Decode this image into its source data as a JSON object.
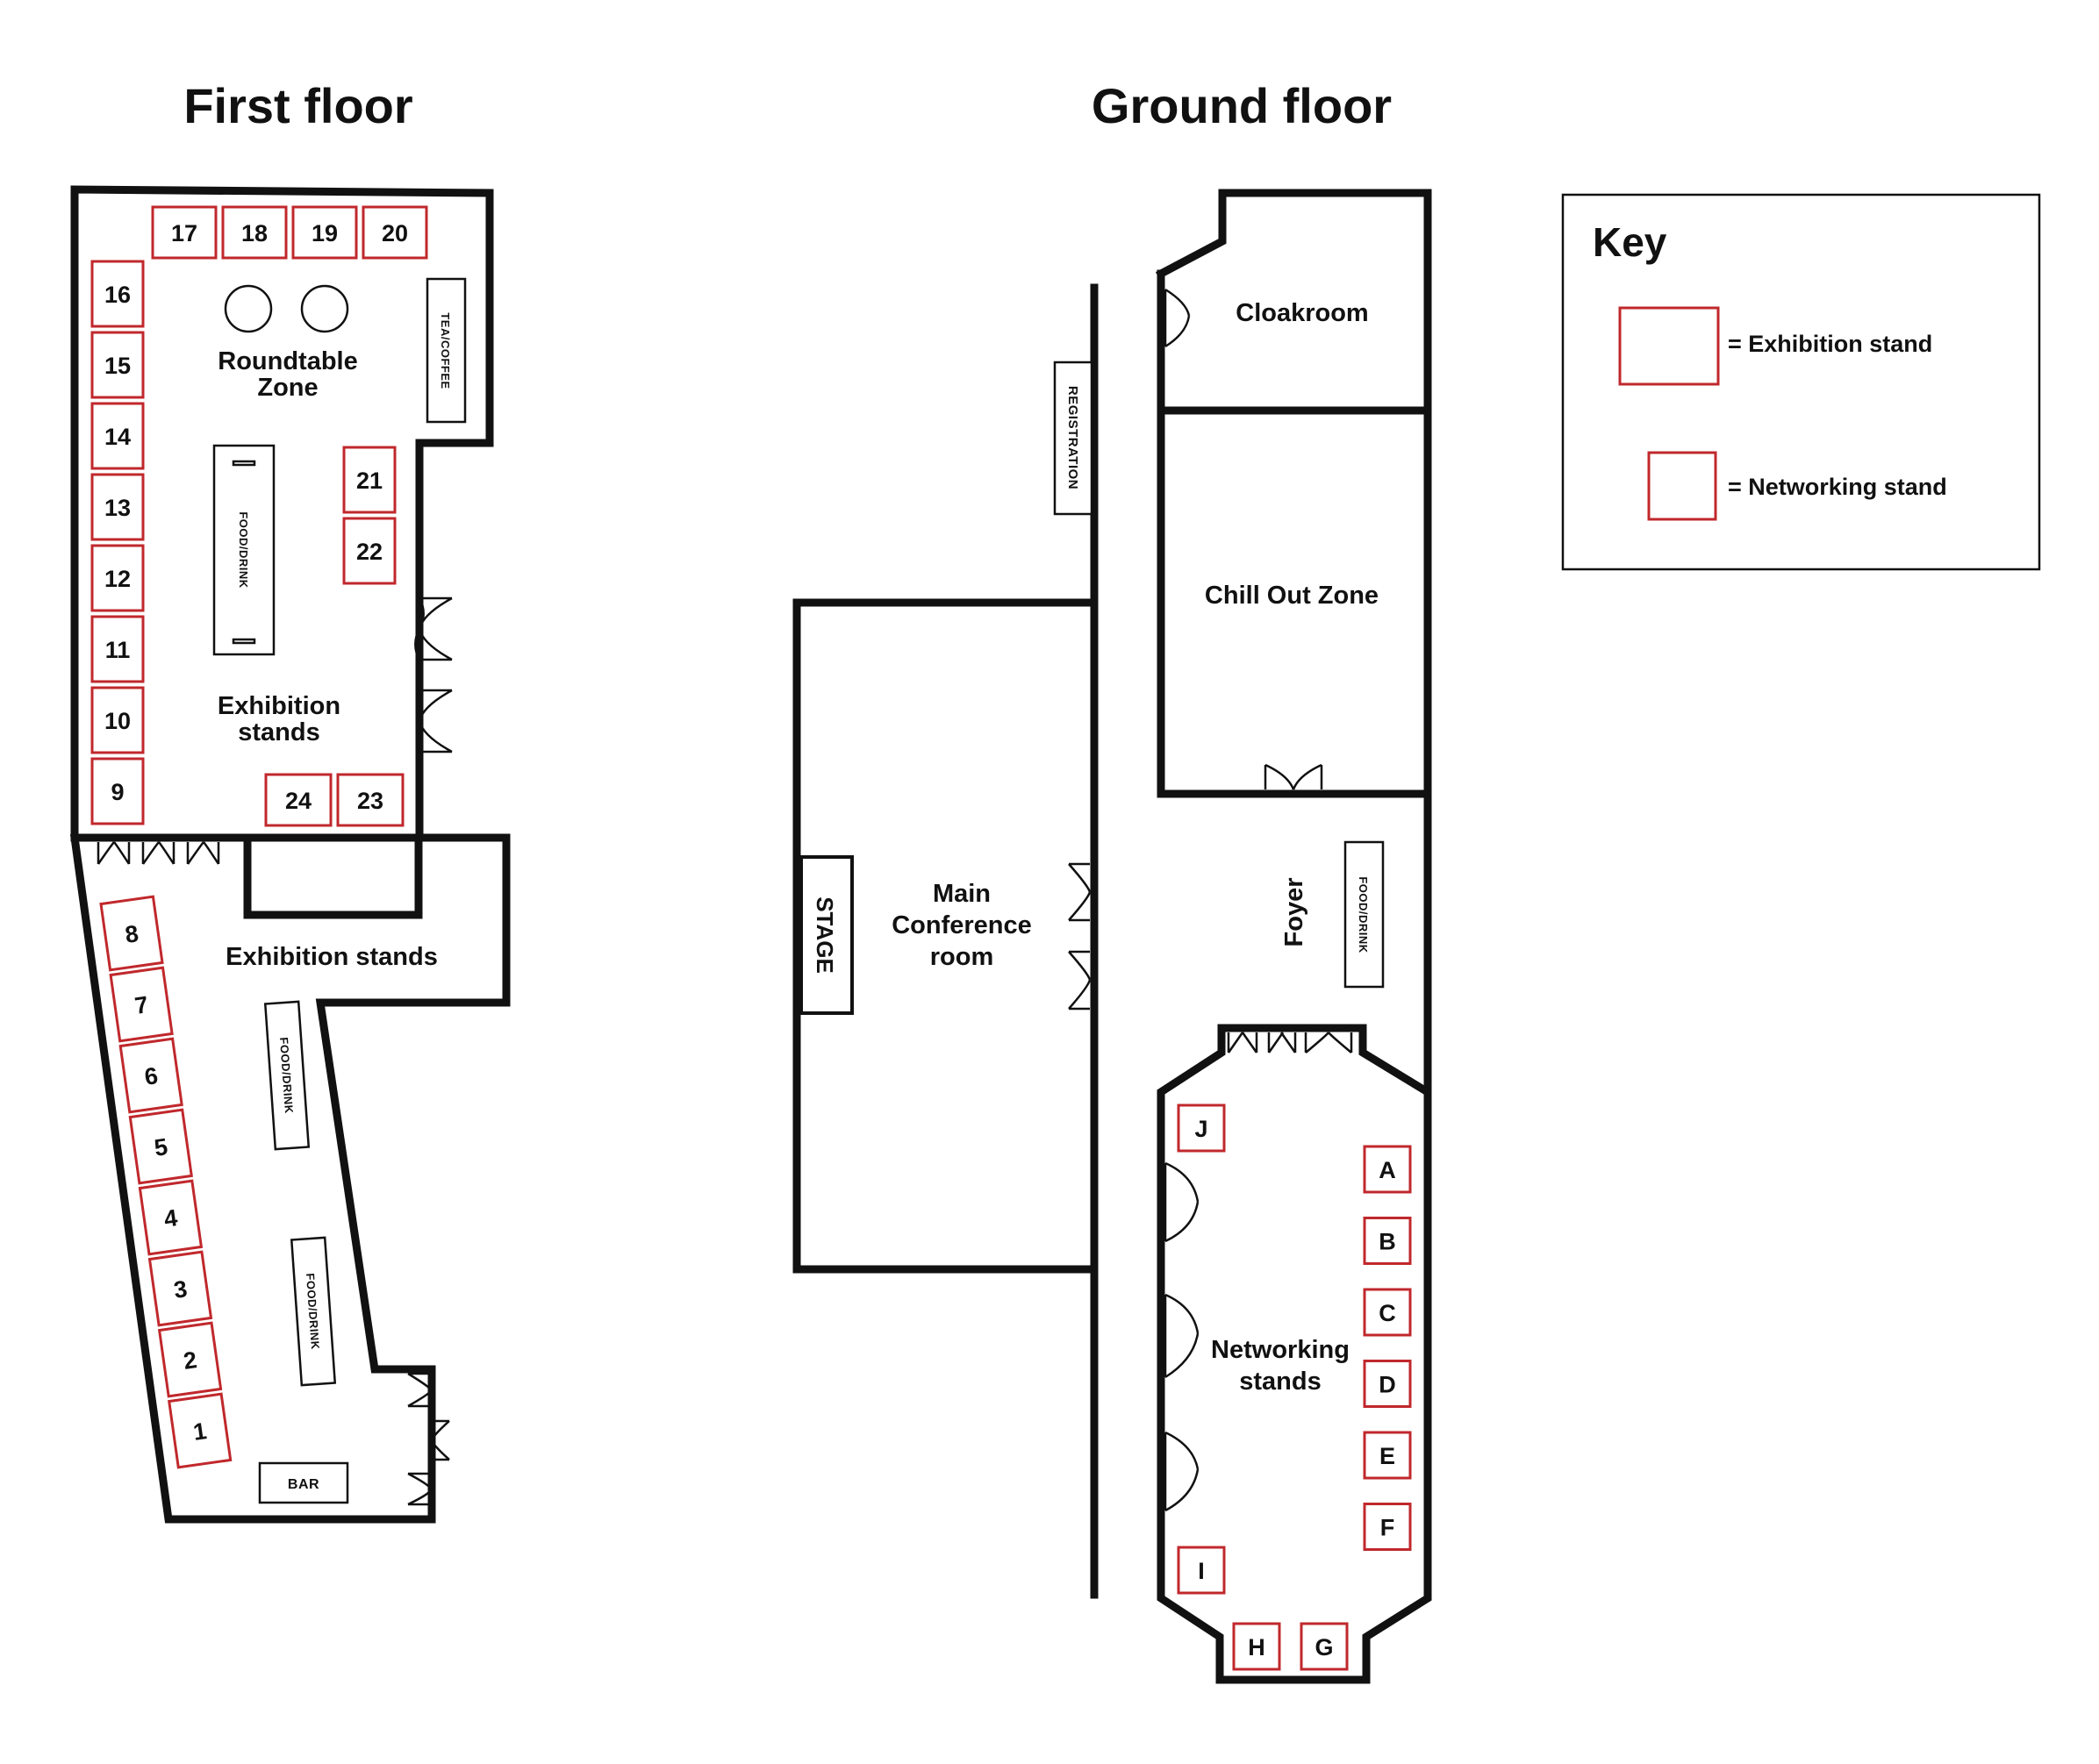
{
  "titles": {
    "first_floor": "First floor",
    "ground_floor": "Ground floor"
  },
  "colors": {
    "stand_outline": "#c0282c",
    "walls": "#111111"
  },
  "first_floor": {
    "zones": {
      "roundtable": [
        "Roundtable",
        "Zone"
      ],
      "exhibition_upper": [
        "Exhibition",
        "stands"
      ],
      "exhibition_lower": "Exhibition stands"
    },
    "tea_coffee": "TEA/COFFEE",
    "food_drink": "FOOD/DRINK",
    "bar": "BAR",
    "stands_top": [
      "17",
      "18",
      "19",
      "20"
    ],
    "stands_left": [
      "16",
      "15",
      "14",
      "13",
      "12",
      "11",
      "10",
      "9"
    ],
    "stands_center": [
      "21",
      "22"
    ],
    "stands_bottom": [
      "24",
      "23"
    ],
    "stands_lower": [
      "8",
      "7",
      "6",
      "5",
      "4",
      "3",
      "2",
      "1"
    ]
  },
  "ground_floor": {
    "rooms": {
      "cloakroom": "Cloakroom",
      "chill_out": "Chill Out Zone",
      "main_conference": [
        "Main",
        "Conference",
        "room"
      ],
      "foyer": "Foyer",
      "networking": [
        "Networking",
        "stands"
      ]
    },
    "registration": "REGISTRATION",
    "stage": "STAGE",
    "food_drink": "FOOD/DRINK",
    "stands_right": [
      "A",
      "B",
      "C",
      "D",
      "E",
      "F"
    ],
    "stands_left": [
      "J",
      "I"
    ],
    "stands_bottom": [
      "H",
      "G"
    ]
  },
  "key": {
    "title": "Key",
    "exhibition": "= Exhibition stand",
    "networking": "= Networking stand"
  }
}
